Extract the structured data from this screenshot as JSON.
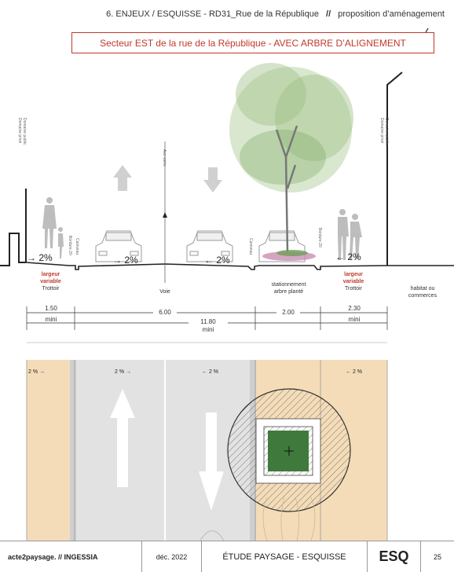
{
  "header": {
    "section": "6. ENJEUX / ESQUISSE - RD31_Rue de la République",
    "separator": "//",
    "subtitle": "proposition d’aménagement"
  },
  "banner": {
    "text": "Secteur EST de la rue de la République - AVEC ARBRE D’ALIGNEMENT"
  },
  "section_labels": {
    "domain_left": "Domaine public\nDomaine privé",
    "domain_right": "Domaine public\nDomaine privé",
    "axe_voirie": "Axe voirie",
    "bordure_left": "Bordure 20",
    "caniveau_left": "Caniveau",
    "caniveau_right": "Caniveau",
    "bordure_right": "Bordure 20"
  },
  "slopes": {
    "trottoir_left": "→ 2%",
    "voie_left": "→ 2%",
    "voie_right": "← 2%",
    "trottoir_right": "← 2%"
  },
  "zones": {
    "trottoir_left": {
      "red1": "largeur",
      "red2": "variable",
      "name": "Trottoir",
      "dim": "1.50",
      "dim2": "mini"
    },
    "voie": {
      "name": "Voie",
      "dim": "6.00"
    },
    "stationnement": {
      "name1": "stationnement",
      "name2": "arbre planté",
      "dim": "2.00"
    },
    "trottoir_right": {
      "red1": "largeur",
      "red2": "variable",
      "name": "Trottoir",
      "dim": "2.30",
      "dim2": "mini"
    },
    "habitat": {
      "name1": "habitat ou",
      "name2": "commerces"
    },
    "total": {
      "dim": "11.80",
      "dim2": "mini"
    }
  },
  "plan_slopes": {
    "trottoir_left": "2 % →",
    "voie_left": "2 % →",
    "voie_right": "← 2 %",
    "trottoir_right": "← 2 %"
  },
  "footer": {
    "brand": "acte2paysage. // INGESSIA",
    "date": "déc. 2022",
    "title": "ÉTUDE PAYSAGE - ESQUISSE",
    "code": "ESQ",
    "page": "25"
  },
  "colors": {
    "accent_red": "#c0392b",
    "sidewalk_beige": "#f4dcb8",
    "road_gray": "#e2e2e2",
    "tree_green": "#3f7a3c",
    "foliage_green": "#7aa864"
  }
}
